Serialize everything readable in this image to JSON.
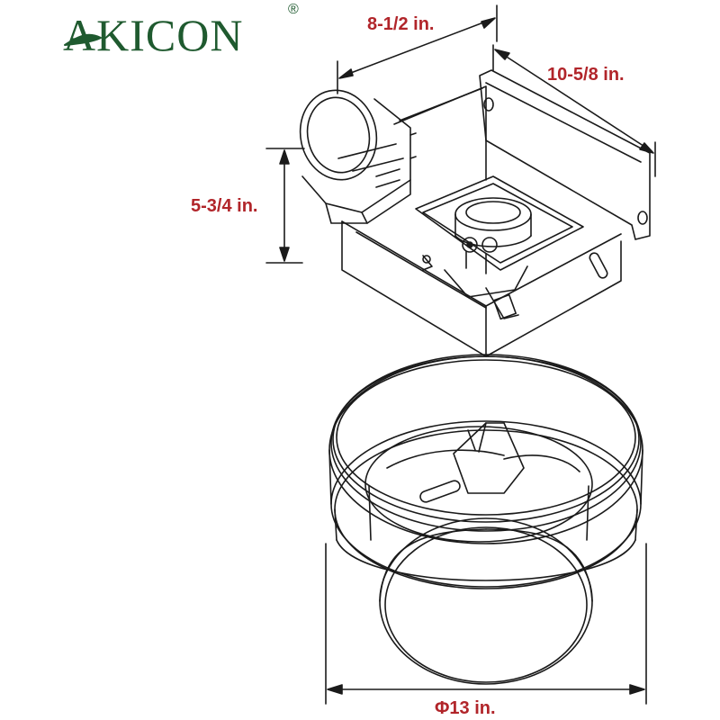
{
  "brand": {
    "name": "AKICON",
    "registered_mark": "®"
  },
  "colors": {
    "dimension_text": "#b1252a",
    "brand": "#1f5a2f",
    "lines": "#1a1a1a"
  },
  "dimensions": {
    "housing_width": "8-1/2 in.",
    "housing_length": "10-5/8 in.",
    "housing_height": "5-3/4 in.",
    "grille_diameter": "Φ13 in."
  }
}
